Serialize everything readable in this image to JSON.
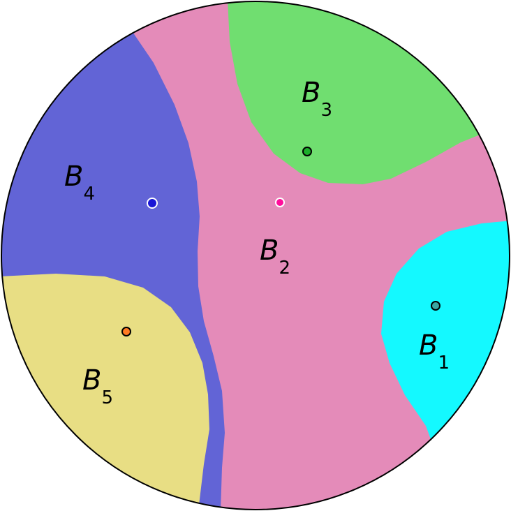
{
  "colors": {
    "background": "#ffffff",
    "outline": "#000000",
    "b1": "#14f9ff",
    "b2": "#e48bb9",
    "b3": "#70de70",
    "b4": "#6264d6",
    "b5": "#e8de84",
    "center_b1": "#3aa7a2",
    "center_b2": "#ff0d9b",
    "center_b3": "#1bae2a",
    "center_b4": "#1a16d6",
    "center_b5": "#ff7a22"
  },
  "regions": [
    {
      "id": "b1",
      "letter": "B",
      "index": "1"
    },
    {
      "id": "b2",
      "letter": "B",
      "index": "2"
    },
    {
      "id": "b3",
      "letter": "B",
      "index": "3"
    },
    {
      "id": "b4",
      "letter": "B",
      "index": "4"
    },
    {
      "id": "b5",
      "letter": "B",
      "index": "5"
    }
  ]
}
